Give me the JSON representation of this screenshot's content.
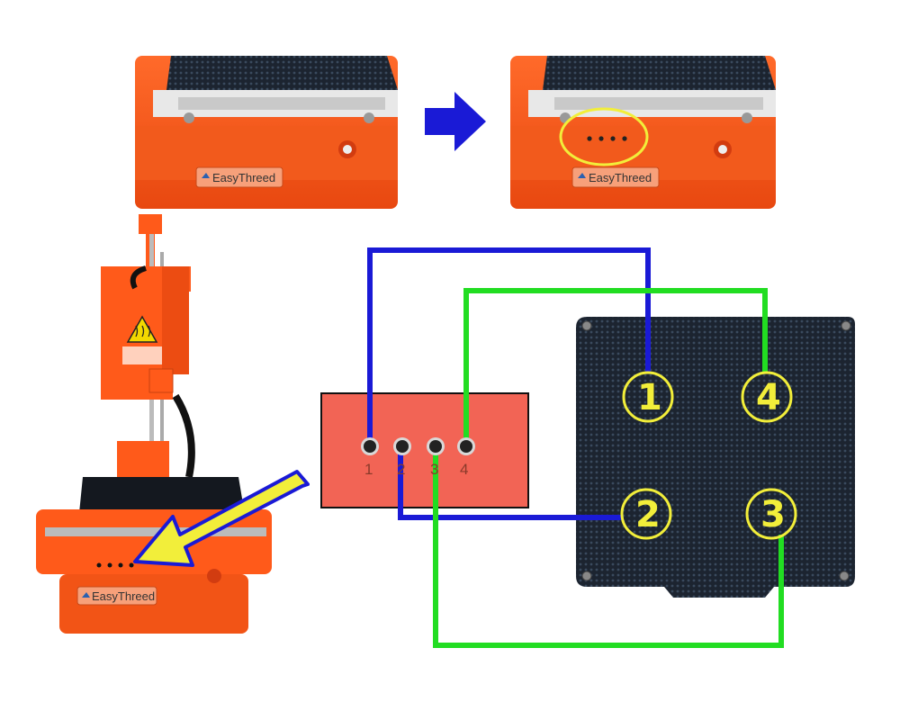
{
  "brand": "EasyThreed",
  "ports": [
    "1",
    "2",
    "3",
    "4"
  ],
  "bed_points": [
    "1",
    "2",
    "3",
    "4"
  ],
  "colors": {
    "wire_blue": "#1a1ad6",
    "wire_green": "#22dd22",
    "highlight_yellow": "#f2ee3a",
    "printer_orange": "#ff5a1a",
    "port_panel": "#f26455",
    "bed_black": "#1c2430"
  }
}
